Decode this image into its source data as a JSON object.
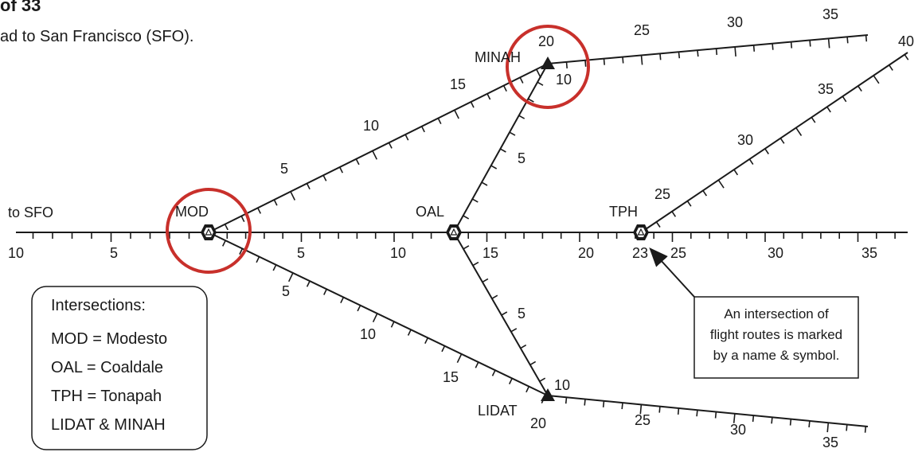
{
  "header": {
    "title_fragment": "of 33",
    "subtitle_fragment": "ad to San Francisco (SFO)."
  },
  "direction_label": "to SFO",
  "intersections": {
    "mod": "MOD",
    "oal": "OAL",
    "tph": "TPH",
    "minah": "MINAH",
    "lidat": "LIDAT"
  },
  "main_route": {
    "left_ticks": [
      "10",
      "5"
    ],
    "right_ticks": [
      "5",
      "10",
      "15",
      "20",
      "23",
      "25",
      "30",
      "35"
    ]
  },
  "upper_route": {
    "ticks": [
      "5",
      "10",
      "15",
      "20"
    ]
  },
  "minah_route": {
    "ticks": [
      "25",
      "30",
      "35"
    ]
  },
  "oal_minah": {
    "ticks": [
      "5",
      "10"
    ]
  },
  "lower_route": {
    "ticks": [
      "5",
      "10",
      "15",
      "20"
    ]
  },
  "oal_lidat": {
    "ticks": [
      "5",
      "10"
    ]
  },
  "lidat_route": {
    "ticks": [
      "25",
      "30",
      "35"
    ]
  },
  "tph_route": {
    "ticks": [
      "25",
      "30",
      "35",
      "40"
    ]
  },
  "callout": {
    "lines": [
      "An intersection of",
      "flight routes is marked",
      "by a name & symbol."
    ]
  },
  "legend": {
    "lines": [
      "Intersections:",
      "MOD = Modesto",
      "OAL = Coaldale",
      "TPH = Tonapah",
      "LIDAT & MINAH"
    ]
  },
  "colors": {
    "line": "#1a1a1a",
    "highlight_circle": "#c8302b",
    "background": "#ffffff"
  }
}
